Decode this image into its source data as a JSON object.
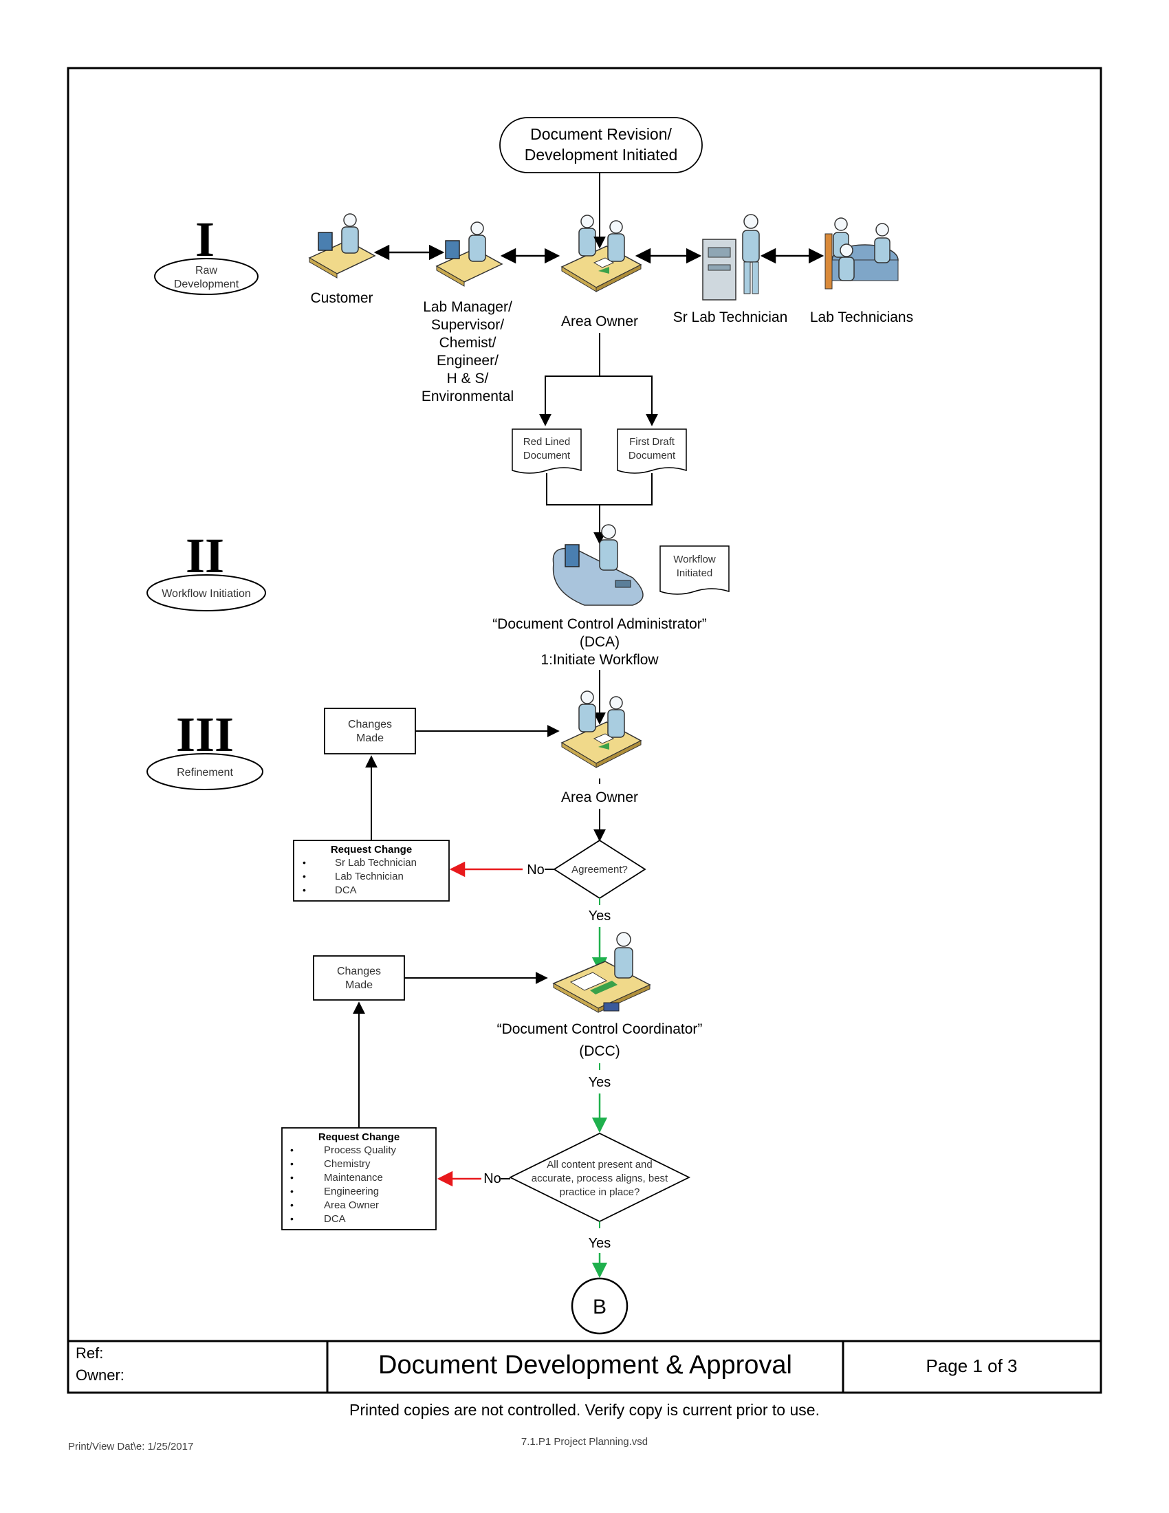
{
  "start": [
    "Document Revision/",
    "Development Initiated"
  ],
  "phases": [
    {
      "numeral": "I",
      "label": [
        "Raw",
        "Development"
      ]
    },
    {
      "numeral": "II",
      "label": [
        "Workflow Initiation"
      ]
    },
    {
      "numeral": "III",
      "label": [
        "Refinement"
      ]
    }
  ],
  "actors": {
    "customer": [
      "Customer"
    ],
    "lab_manager": [
      "Lab Manager/",
      "Supervisor/",
      "Chemist/",
      "Engineer/",
      "H & S/",
      "Environmental"
    ],
    "area_owner_1": [
      "Area Owner"
    ],
    "sr_lab_tech": [
      "Sr Lab Technician"
    ],
    "lab_techs": [
      "Lab Technicians"
    ],
    "dca": [
      "“Document Control Administrator”",
      "(DCA)",
      "1:Initiate Workflow"
    ],
    "area_owner_2": [
      "Area Owner"
    ],
    "dcc": [
      "“Document Control Coordinator”",
      "(DCC)"
    ]
  },
  "documents": {
    "red_lined": [
      "Red Lined",
      "Document"
    ],
    "first_draft": [
      "First Draft",
      "Document"
    ],
    "workflow_initiated": [
      "Workflow",
      "Initiated"
    ]
  },
  "changes_made": [
    "Changes",
    "Made"
  ],
  "decisions": {
    "agreement": [
      "Agreement?"
    ],
    "content": [
      "All content present and",
      "accurate, process aligns, best",
      "practice in place?"
    ]
  },
  "labels": {
    "no": "No",
    "yes": "Yes"
  },
  "request_change_1": {
    "title": "Request Change",
    "items": [
      "Sr Lab Technician",
      "Lab Technician",
      "DCA"
    ]
  },
  "request_change_2": {
    "title": "Request Change",
    "items": [
      "Process Quality",
      "Chemistry",
      "Maintenance",
      "Engineering",
      "Area Owner",
      "DCA"
    ]
  },
  "connector": "B",
  "footer": {
    "ref_label": "Ref:",
    "owner_label": "Owner:",
    "title": "Document Development & Approval",
    "page": "Page 1 of 3",
    "notice": "Printed copies are not controlled. Verify copy is current prior to use.",
    "print_date": "Print/View Dat\\e:  1/25/2017",
    "filename": "7.1.P1  Project Planning.vsd"
  },
  "colors": {
    "no_arrow": "#e8191c",
    "yes_arrow": "#1fb04d",
    "figure": "#a9cde0",
    "desk": "#f0d98a"
  }
}
